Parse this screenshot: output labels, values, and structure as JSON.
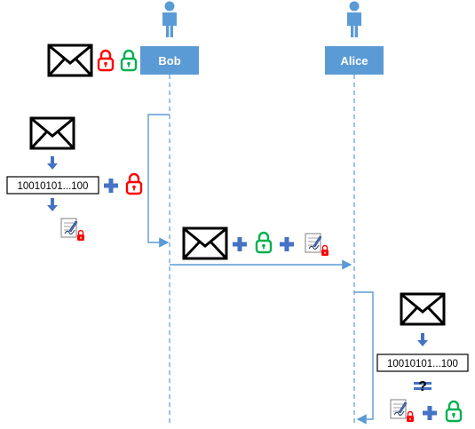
{
  "actors": {
    "bob": {
      "label": "Bob"
    },
    "alice": {
      "label": "Alice"
    }
  },
  "hash": {
    "bob_side": "10010101...100",
    "alice_side": "10010101...100"
  },
  "verify": {
    "question_mark": "?"
  },
  "colors": {
    "actor_box": "#5b9bd5",
    "lifeline": "#5b9bd5",
    "arrow": "#5b9bd5",
    "plus": "#4472c4",
    "private_key_lock": "#ff0000",
    "public_key_lock": "#00b050"
  },
  "icons": {
    "person": "person-icon",
    "message": "envelope-icon",
    "private_key": "red-lock-icon",
    "public_key": "green-lock-icon",
    "signature": "signed-document-icon"
  }
}
